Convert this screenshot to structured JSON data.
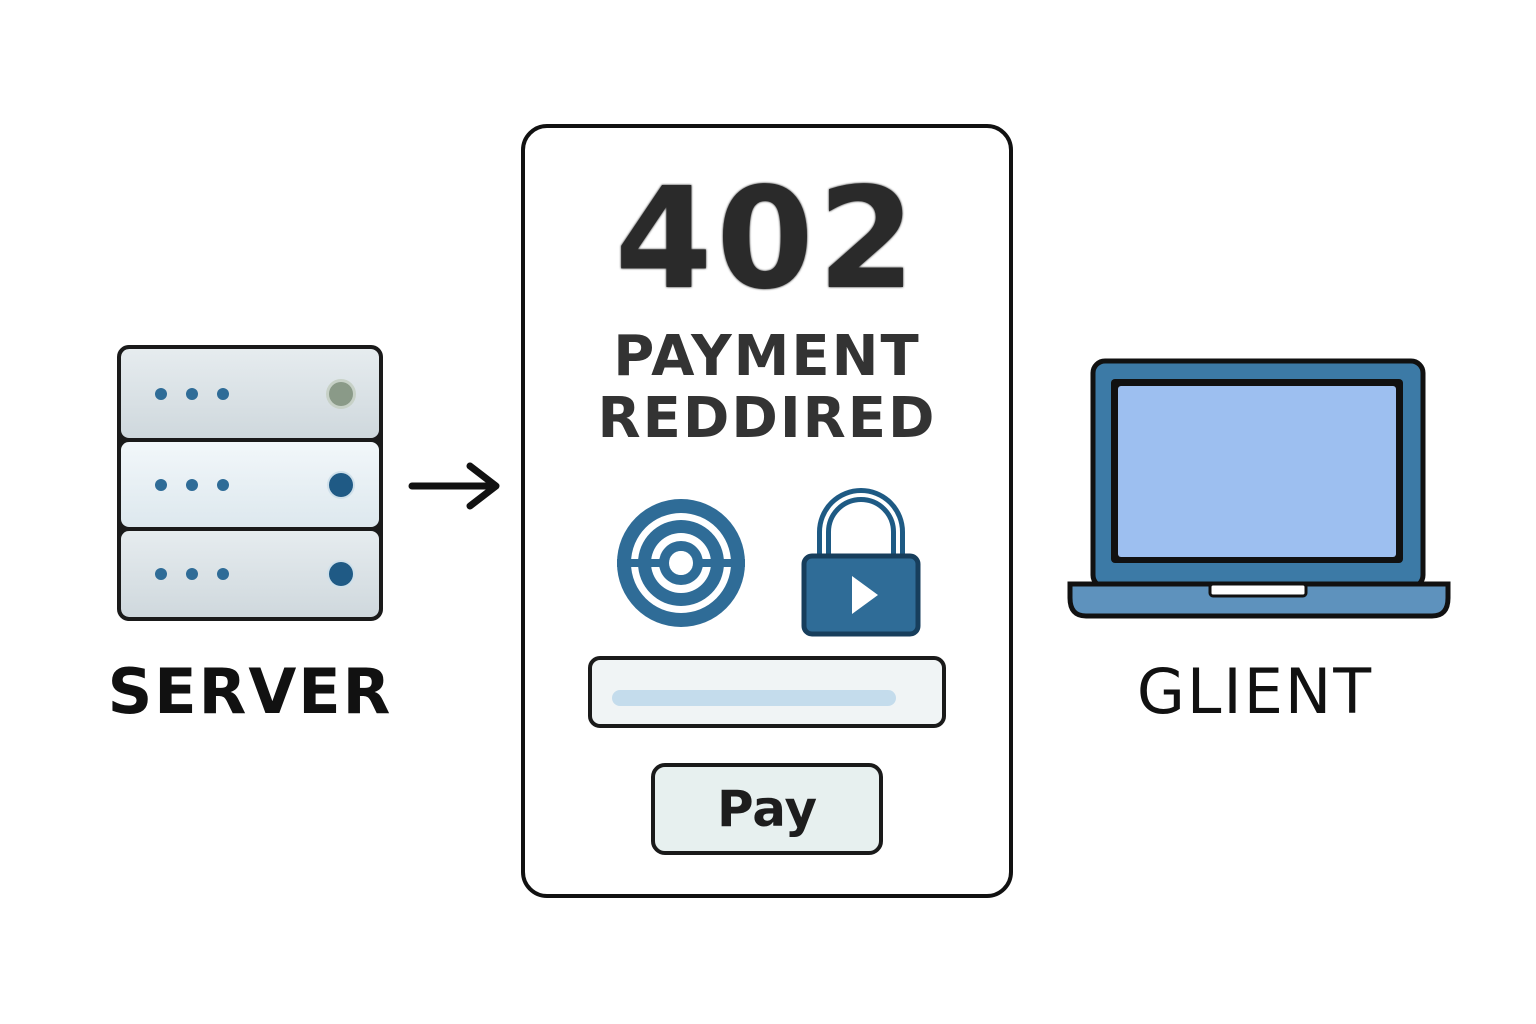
{
  "status": {
    "code": "402",
    "message_line1": "PAYMENT",
    "message_line2": "REDDIRED"
  },
  "nodes": {
    "server_label": "SERVER",
    "client_label": "GLIENT"
  },
  "payment_form": {
    "input_value": "",
    "pay_label": "Pay"
  },
  "icons": {
    "server": "server-rack-icon",
    "arrow": "arrow-right-icon",
    "target": "target-icon",
    "lock": "padlock-icon",
    "laptop": "laptop-icon"
  },
  "colors": {
    "accent": "#2f6c97",
    "laptop_screen": "#9dbff0",
    "outline": "#111111"
  }
}
